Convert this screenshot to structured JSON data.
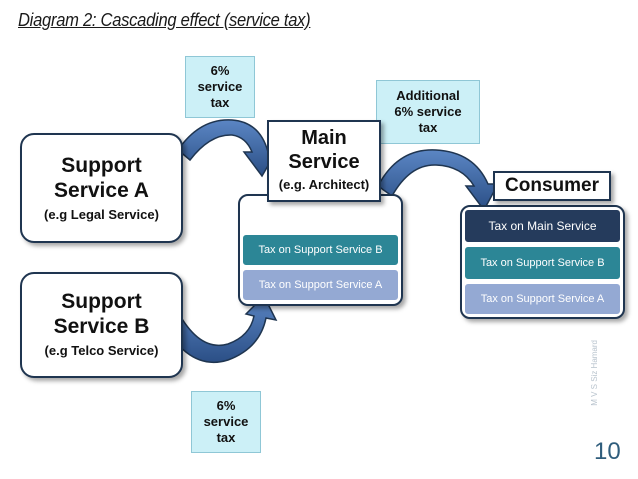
{
  "title": "Diagram 2: Cascading effect (service tax)",
  "support_a": {
    "line1": "Support",
    "line2": "Service A",
    "sub": "(e.g Legal Service)"
  },
  "support_b": {
    "line1": "Support",
    "line2": "Service B",
    "sub": "(e.g Telco Service)"
  },
  "tax_top": {
    "line1": "6%",
    "line2": "service",
    "line3": "tax"
  },
  "tax_bottom": {
    "line1": "6%",
    "line2": "service",
    "line3": "tax"
  },
  "tax_additional": {
    "line1": "Additional",
    "line2": "6% service",
    "line3": "tax"
  },
  "main_service": {
    "line1": "Main",
    "line2": "Service",
    "sub": "(e.g. Architect)"
  },
  "main_stack": [
    "Tax on Support Service B",
    "Tax on Support Service A"
  ],
  "consumer": {
    "label": "Consumer"
  },
  "consumer_stack": [
    "Tax on Main Service",
    "Tax on Support Service B",
    "Tax on Support Service A"
  ],
  "footnote": "M V S Siz Hamard",
  "page_number": "10",
  "colors": {
    "dark": "#253b5c",
    "teal": "#2c8696",
    "light_blue": "#94a9d3",
    "tax_box": "#ccf0f7",
    "outline": "#1f3550"
  }
}
